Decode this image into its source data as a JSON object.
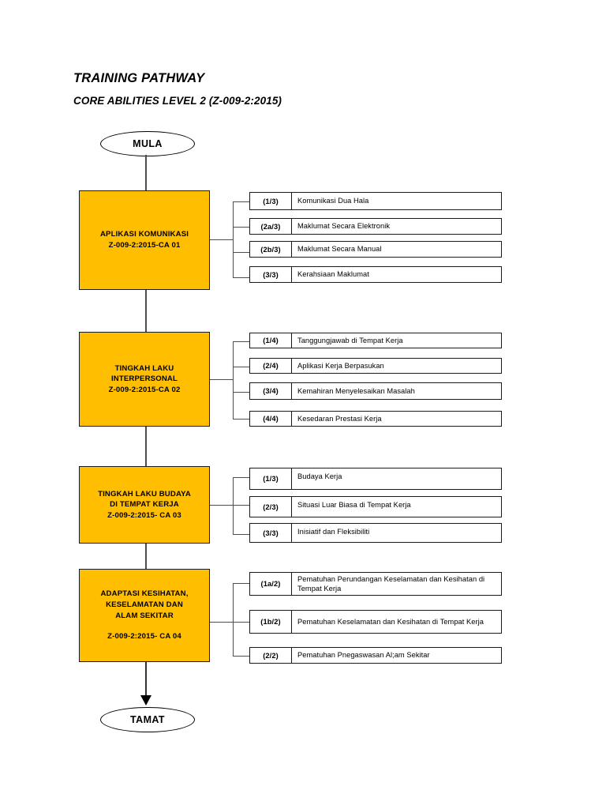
{
  "document": {
    "title": "TRAINING PATHWAY",
    "subtitle": "CORE ABILITIES LEVEL 2 (Z-009-2:2015)"
  },
  "colors": {
    "block_fill": "#FFBF00",
    "block_border": "#1a1a1a",
    "connector": "#4d4d4d",
    "background": "#ffffff"
  },
  "terminators": {
    "start": "MULA",
    "end": "TAMAT"
  },
  "blocks": [
    {
      "title": "APLIKASI KOMUNIKASI",
      "code": "Z-009-2:2015-CA 01",
      "outcomes": [
        {
          "code": "(1/3)",
          "label": "Komunikasi Dua Hala"
        },
        {
          "code": "(2a/3)",
          "label": "Maklumat Secara Elektronik"
        },
        {
          "code": "(2b/3)",
          "label": "Maklumat Secara Manual"
        },
        {
          "code": "(3/3)",
          "label": "Kerahsiaan Maklumat"
        }
      ]
    },
    {
      "title": "TINGKAH LAKU\nINTERPERSONAL",
      "code": "Z-009-2:2015-CA 02",
      "outcomes": [
        {
          "code": "(1/4)",
          "label": "Tanggungjawab di Tempat Kerja"
        },
        {
          "code": "(2/4)",
          "label": "Aplikasi Kerja Berpasukan"
        },
        {
          "code": "(3/4)",
          "label": "Kemahiran Menyelesaikan Masalah"
        },
        {
          "code": "(4/4)",
          "label": "Kesedaran Prestasi Kerja"
        }
      ]
    },
    {
      "title": "TINGKAH LAKU BUDAYA\nDI TEMPAT KERJA",
      "code": "Z-009-2:2015- CA 03",
      "outcomes": [
        {
          "code": "(1/3)",
          "label": "Budaya Kerja"
        },
        {
          "code": "(2/3)",
          "label": "Situasi Luar Biasa di Tempat Kerja"
        },
        {
          "code": "(3/3)",
          "label": "Inisiatif dan Fleksibiliti"
        }
      ]
    },
    {
      "title": "ADAPTASI KESIHATAN,\nKESELAMATAN DAN\nALAM SEKITAR",
      "code": "Z-009-2:2015- CA 04",
      "outcomes": [
        {
          "code": "(1a/2)",
          "label": "Pematuhan Perundangan Keselamatan dan Kesihatan di Tempat Kerja"
        },
        {
          "code": "(1b/2)",
          "label": "Pematuhan Keselamatan dan Kesihatan di Tempat Kerja"
        },
        {
          "code": "(2/2)",
          "label": "Pematuhan Pnegaswasan Al;am Sekitar"
        }
      ]
    }
  ]
}
